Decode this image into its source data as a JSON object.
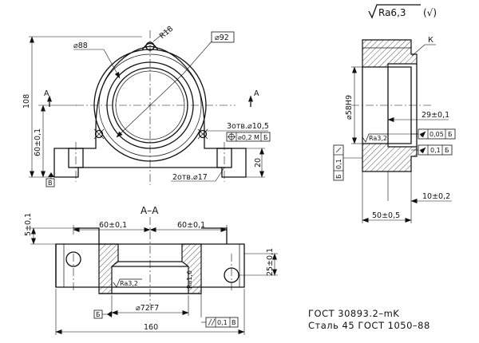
{
  "roughness": {
    "general": "Ra6,3",
    "bracket_mark": "(√)",
    "bore_local": "Ra3,2",
    "section_local": "Ra3,2",
    "section_side": "Ra1,6"
  },
  "front_view": {
    "radius_label": "R18",
    "outer_dia": "⌀92",
    "bore_dia": "⌀88",
    "height_total": "108",
    "center_height": "60±0,1",
    "base_height": "20",
    "holes_top": "3отв.⌀10,5",
    "holes_top_tol_val": "⌀0,2",
    "holes_top_mod": "M",
    "holes_top_datum": "Б",
    "holes_base": "2отв.⌀17",
    "section_letter_left": "А",
    "section_letter_right": "А",
    "base_datum": "В"
  },
  "side_view": {
    "callout_k": "К",
    "bore_fit": "⌀58H9",
    "depth": "29±0,1",
    "runout_1_val": "0,05",
    "runout_1_datum": "Б",
    "runout_2_val": "0,1",
    "runout_2_datum": "Б",
    "perp_val": "0,1",
    "perp_datum": "Б",
    "flange_width": "10±0,2",
    "total_width": "50±0,5"
  },
  "section_view": {
    "title": "А–А",
    "left_offset": "60±0,1",
    "right_offset": "60±0,1",
    "top_dim": "5±0,1",
    "right_dim": "25±0,1",
    "bore_fit": "⌀72F7",
    "length": "160",
    "datum_label": "Б",
    "parallel_val": "0,1",
    "parallel_datum": "В"
  },
  "notes": {
    "line1": "ГОСТ 30893.2–mK",
    "line2": "Сталь 45 ГОСТ 1050–88"
  }
}
